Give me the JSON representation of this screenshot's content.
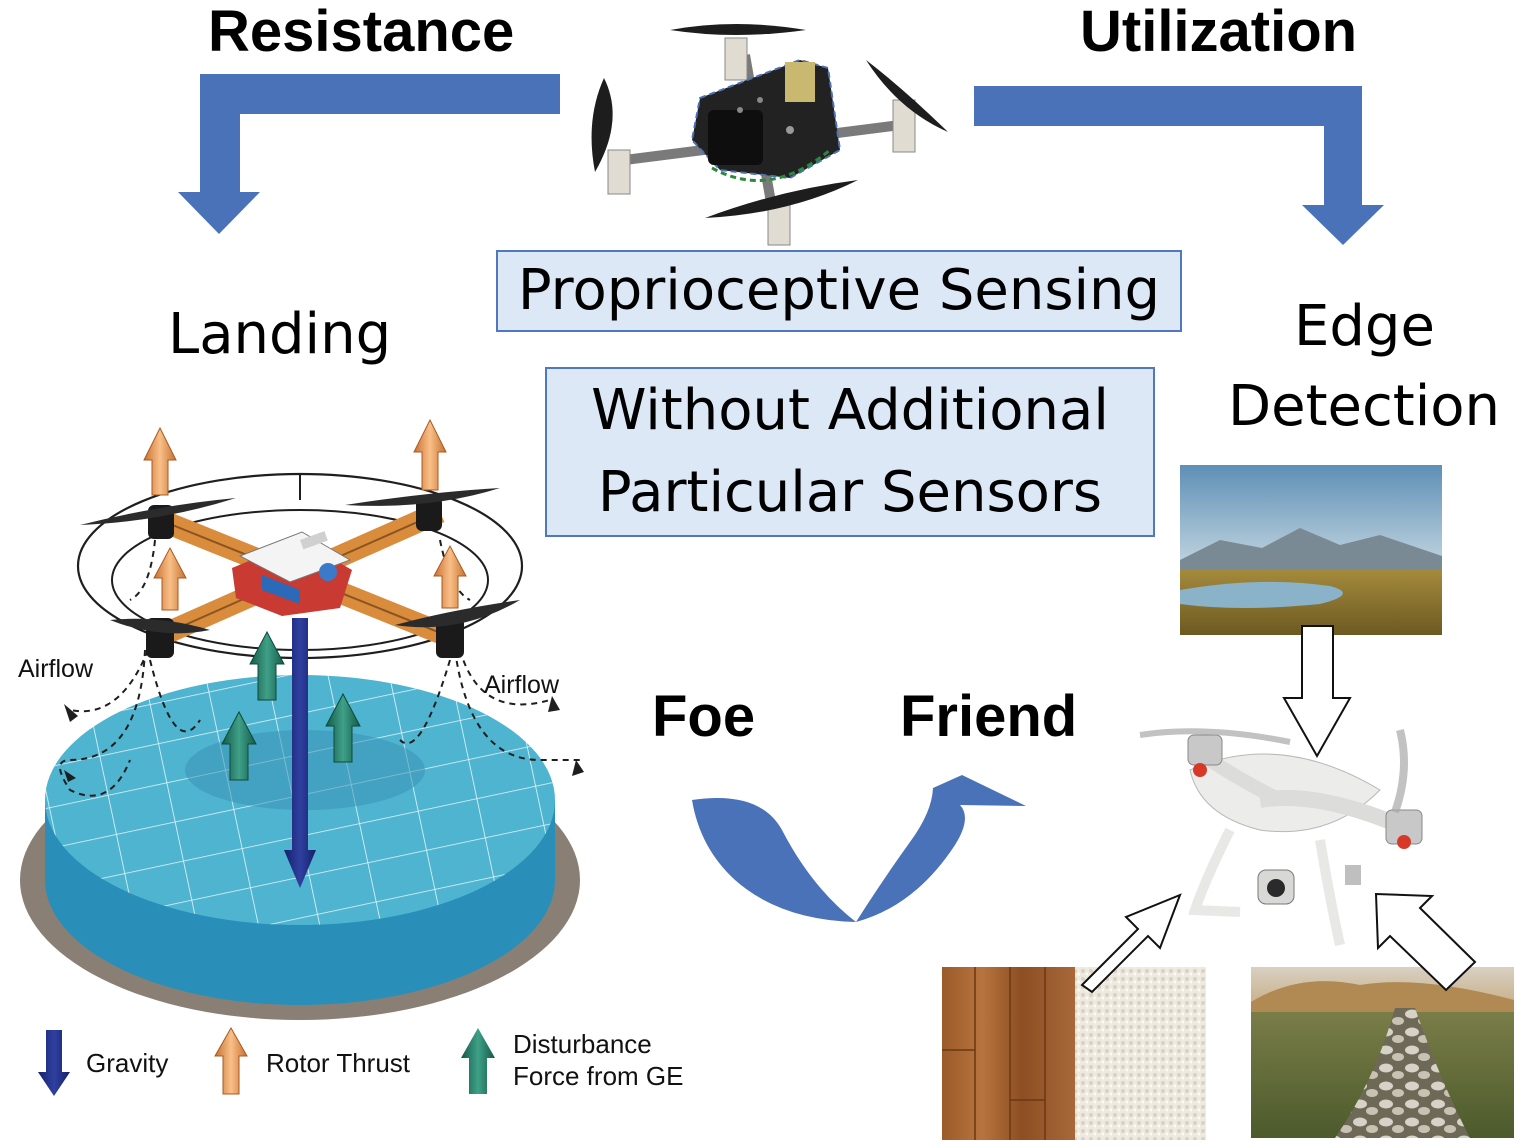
{
  "labels": {
    "resistance": "Resistance",
    "utilization": "Utilization",
    "landing": "Landing",
    "edge_detection_line1": "Edge",
    "edge_detection_line2": "Detection",
    "proprioceptive": "Proprioceptive Sensing",
    "without_line1": "Without Additional",
    "without_line2": "Particular Sensors",
    "foe": "Foe",
    "friend": "Friend",
    "airflow_left": "Airflow",
    "airflow_right": "Airflow"
  },
  "legend": {
    "gravity": "Gravity",
    "rotor_thrust": "Rotor Thrust",
    "disturbance_line1": "Disturbance",
    "disturbance_line2": "Force from GE"
  },
  "colors": {
    "flow_arrow": "#4a72b8",
    "box_fill": "#dce8f6",
    "box_border": "#4f78c0",
    "gravity": "#1f2f78",
    "thrust": "#f0a060",
    "disturbance": "#2a7a6a",
    "platform_top": "#4eb4d0",
    "platform_side": "#2a8fb8",
    "platform_shadow": "#8a7f74",
    "drone_arm": "#d98c3c"
  }
}
